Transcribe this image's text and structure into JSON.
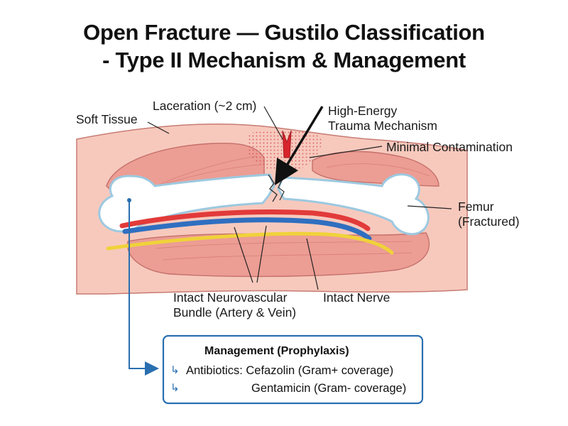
{
  "title": {
    "line1": "Open Fracture — Gustilo Classification",
    "line2": "- Type II Mechanism & Management"
  },
  "labels": {
    "laceration": "Laceration (~2 cm)",
    "soft_tissue": "Soft Tissue",
    "high_energy_1": "High-Energy",
    "high_energy_2": "Trauma Mechanism",
    "contamination": "Minimal Contamination",
    "femur_1": "Femur",
    "femur_2": "(Fractured)",
    "bundle_1": "Intact Neurovascular",
    "bundle_2": "Bundle (Artery & Vein)",
    "nerve": "Intact Nerve"
  },
  "management": {
    "heading": "Management (Prophylaxis)",
    "bullet_icon": "↳",
    "items": [
      "Antibiotics: Cefazolin (Gram+ coverage)",
      "Gentamicin (Gram- coverage)"
    ]
  },
  "colors": {
    "skin": "#f7c9bd",
    "muscle": "#ec9d94",
    "bone": "#ffffff",
    "bone_edge": "#bfe1f2",
    "artery": "#e23a3a",
    "vein": "#2f6fc0",
    "nerve": "#f0d23a",
    "wound": "#d8242c",
    "box_border": "#2a6fb0",
    "pointer": "#2a6fb0"
  }
}
